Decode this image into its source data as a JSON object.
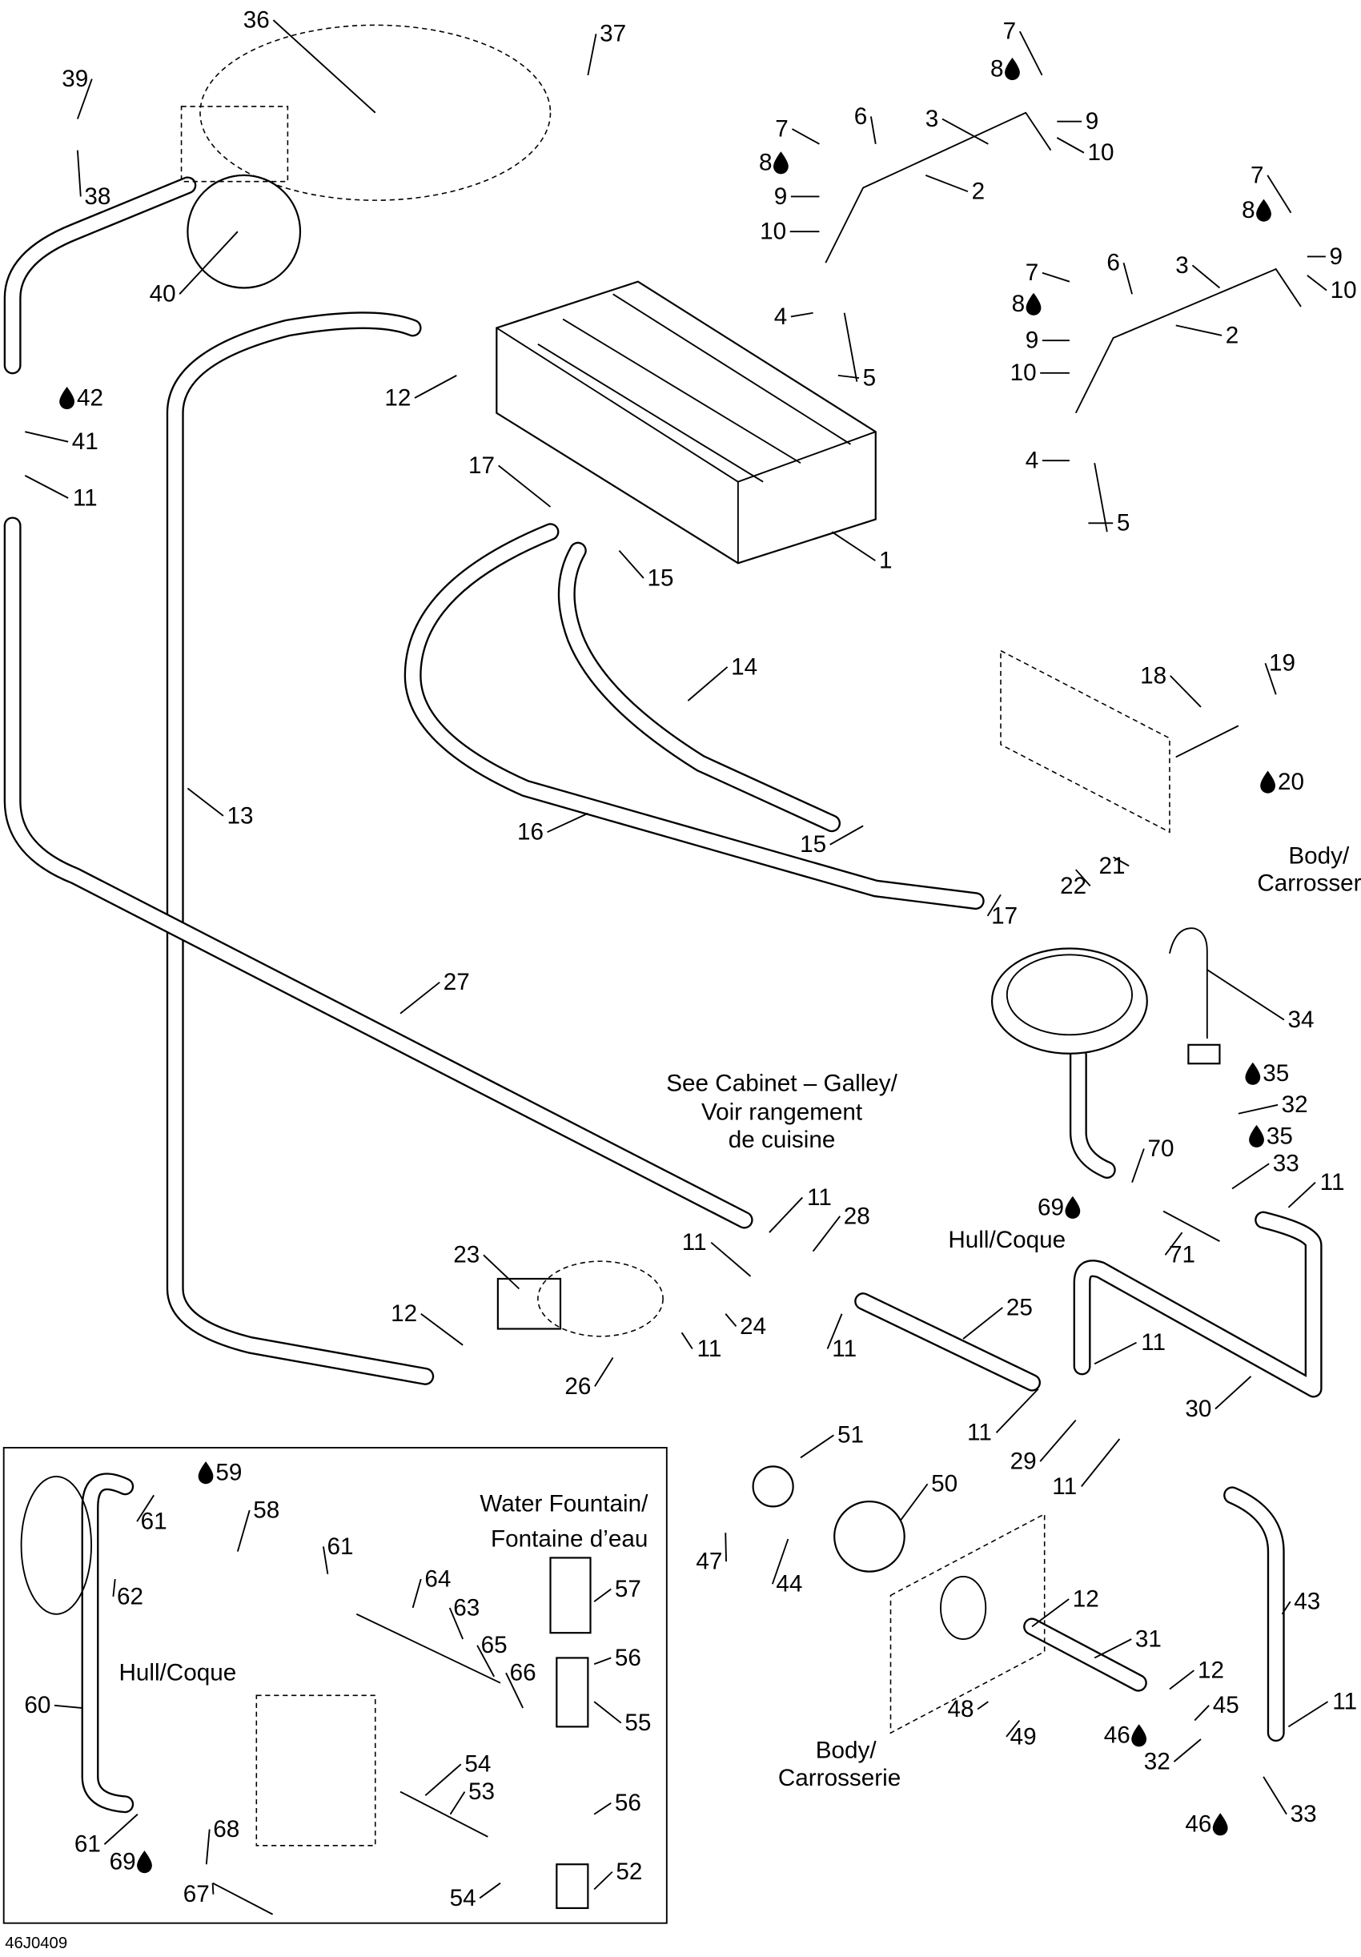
{
  "diagram": {
    "drawing_code": "46J0409",
    "notes": {
      "body_top": [
        "Body/",
        "Carrosserie"
      ],
      "body_bottom": [
        "Body/",
        "Carrosserie"
      ],
      "see_cabinet": [
        "See Cabinet – Galley/",
        "Voir rangement",
        "de cuisine"
      ],
      "hull_main": "Hull/Coque",
      "inset_title": [
        "Water Fountain/",
        "Fontaine d’eau"
      ],
      "hull_inset": "Hull/Coque"
    },
    "callout_icon": "sealant-drop-icon",
    "callouts": [
      {
        "text": "36"
      },
      {
        "text": "37"
      },
      {
        "text": "39"
      },
      {
        "text": "38"
      },
      {
        "text": "40"
      },
      {
        "text": "7"
      },
      {
        "text": "8",
        "icon": "after"
      },
      {
        "text": "9"
      },
      {
        "text": "10"
      },
      {
        "text": "7"
      },
      {
        "text": "8",
        "icon": "after"
      },
      {
        "text": "6"
      },
      {
        "text": "3"
      },
      {
        "text": "2"
      },
      {
        "text": "9"
      },
      {
        "text": "10"
      },
      {
        "text": "4"
      },
      {
        "text": "5"
      },
      {
        "text": "7"
      },
      {
        "text": "8",
        "icon": "after"
      },
      {
        "text": "9"
      },
      {
        "text": "10"
      },
      {
        "text": "6"
      },
      {
        "text": "3"
      },
      {
        "text": "2"
      },
      {
        "text": "7"
      },
      {
        "text": "8",
        "icon": "after"
      },
      {
        "text": "9"
      },
      {
        "text": "10"
      },
      {
        "text": "4"
      },
      {
        "text": "5"
      },
      {
        "text": "42",
        "icon": "before"
      },
      {
        "text": "41"
      },
      {
        "text": "11"
      },
      {
        "text": "12"
      },
      {
        "text": "17"
      },
      {
        "text": "15"
      },
      {
        "text": "1"
      },
      {
        "text": "14"
      },
      {
        "text": "13"
      },
      {
        "text": "16"
      },
      {
        "text": "15"
      },
      {
        "text": "17"
      },
      {
        "text": "22"
      },
      {
        "text": "21"
      },
      {
        "text": "18"
      },
      {
        "text": "19"
      },
      {
        "text": "20",
        "icon": "before"
      },
      {
        "text": "27"
      },
      {
        "text": "34"
      },
      {
        "text": "35",
        "icon": "before"
      },
      {
        "text": "32"
      },
      {
        "text": "35",
        "icon": "before"
      },
      {
        "text": "33"
      },
      {
        "text": "11"
      },
      {
        "text": "70"
      },
      {
        "text": "69",
        "icon": "after"
      },
      {
        "text": "71"
      },
      {
        "text": "11"
      },
      {
        "text": "28"
      },
      {
        "text": "23"
      },
      {
        "text": "11"
      },
      {
        "text": "12"
      },
      {
        "text": "24"
      },
      {
        "text": "11"
      },
      {
        "text": "26"
      },
      {
        "text": "11"
      },
      {
        "text": "25"
      },
      {
        "text": "11"
      },
      {
        "text": "30"
      },
      {
        "text": "11"
      },
      {
        "text": "29"
      },
      {
        "text": "11"
      },
      {
        "text": "51"
      },
      {
        "text": "50"
      },
      {
        "text": "47"
      },
      {
        "text": "44"
      },
      {
        "text": "12"
      },
      {
        "text": "31"
      },
      {
        "text": "43"
      },
      {
        "text": "12"
      },
      {
        "text": "11"
      },
      {
        "text": "45"
      },
      {
        "text": "48"
      },
      {
        "text": "49"
      },
      {
        "text": "46",
        "icon": "after"
      },
      {
        "text": "32"
      },
      {
        "text": "46",
        "icon": "after"
      },
      {
        "text": "33"
      },
      {
        "text": "59",
        "icon": "before"
      },
      {
        "text": "58"
      },
      {
        "text": "61"
      },
      {
        "text": "62"
      },
      {
        "text": "61"
      },
      {
        "text": "64"
      },
      {
        "text": "63"
      },
      {
        "text": "65"
      },
      {
        "text": "66"
      },
      {
        "text": "57"
      },
      {
        "text": "56"
      },
      {
        "text": "55"
      },
      {
        "text": "60"
      },
      {
        "text": "54"
      },
      {
        "text": "53"
      },
      {
        "text": "56"
      },
      {
        "text": "68"
      },
      {
        "text": "61"
      },
      {
        "text": "69",
        "icon": "after"
      },
      {
        "text": "67"
      },
      {
        "text": "54"
      },
      {
        "text": "52"
      }
    ]
  }
}
